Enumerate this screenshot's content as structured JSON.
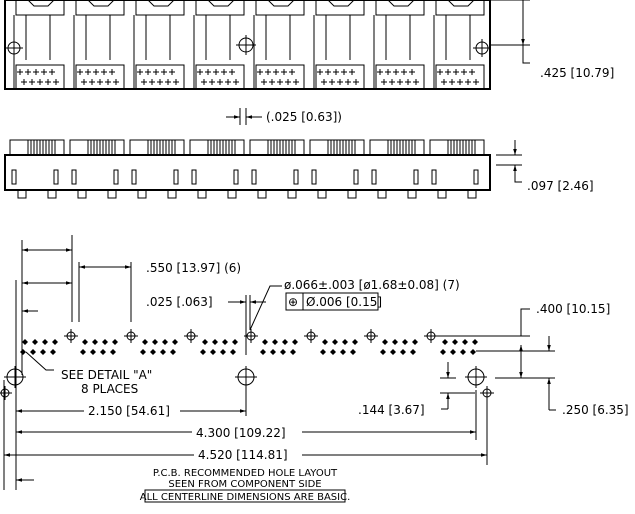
{
  "top_view": {
    "port_count": 8,
    "dim_height": ".425 [10.79]"
  },
  "side_view": {
    "dim_gap": "(.025 [0.63])",
    "dim_offset": ".097 [2.46]"
  },
  "layout": {
    "dim_pitch": ".550 [13.97] (6)",
    "hole_spec": "ø.066±.003 [ø1.68±0.08] (7)",
    "tolerance_symbol": "⊕",
    "tolerance_value": "Ø.006 [0.15]",
    "dim_small": ".025 [.063]",
    "dim_400": ".400 [10.15]",
    "detail_note_1": "SEE DETAIL \"A\"",
    "detail_note_2": "8 PLACES",
    "dim_2150": "2.150 [54.61]",
    "dim_144": ".144 [3.67]",
    "dim_250": ".250 [6.35]",
    "dim_4300": "4.300 [109.22]",
    "dim_4520": "4.520 [114.81]"
  },
  "caption": {
    "line1": "P.C.B. RECOMMENDED HOLE LAYOUT",
    "line2": "SEEN FROM COMPONENT SIDE",
    "line3": "ALL CENTERLINE DIMENSIONS ARE BASIC."
  }
}
